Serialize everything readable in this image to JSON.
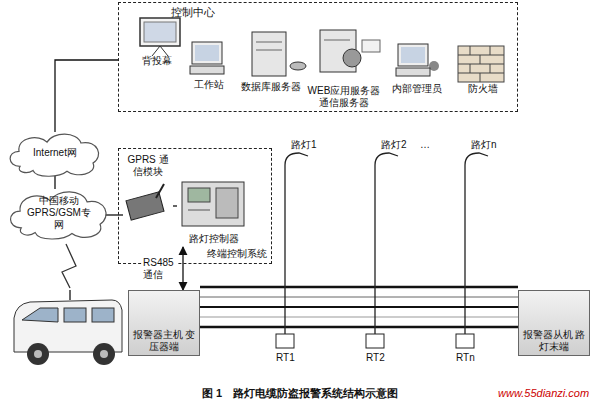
{
  "diagram": {
    "caption": "图 1　路灯电缆防盗报警系统结构示意图",
    "nodes": [
      {
        "text": [
          "控制中心"
        ]
      },
      {
        "text": [
          "背投幕"
        ],
        "in": 0
      },
      {
        "text": [
          "工作站"
        ],
        "in": 0
      },
      {
        "text": [
          "数据库服务器"
        ],
        "in": 0
      },
      {
        "text": [
          "WEB应用服务器 通信服务器"
        ],
        "in": 0
      },
      {
        "text": [
          "内部管理员"
        ],
        "in": 0
      },
      {
        "text": [
          "防火墙"
        ],
        "in": 0
      },
      {
        "text": [
          "Internet网"
        ]
      },
      {
        "text": [
          "中国移动 GPRS/GSM专网"
        ]
      },
      {
        "text": [
          "终端控制系统"
        ]
      },
      {
        "text": [
          "GPRS 通信模块"
        ],
        "in": 9
      },
      {
        "text": [
          "路灯控制器"
        ],
        "in": 9
      },
      {
        "text": [
          "报警器主机 变压器端"
        ]
      },
      {
        "text": [
          "报警器从机 路灯末端"
        ]
      }
    ],
    "edges": [
      {
        "from": 7,
        "to": 0,
        "arrow": "none"
      },
      {
        "from": 7,
        "to": 8,
        "arrow": "none"
      },
      {
        "from": 8,
        "to": 10,
        "arrow": "none"
      },
      {
        "from": 10,
        "to": 11,
        "arrow": "none"
      },
      {
        "from": 12,
        "to": 11,
        "label": "RS485 通信",
        "arrow": "both"
      },
      {
        "from": 12,
        "to": 13,
        "arrow": "none"
      }
    ],
    "labels": [
      "路灯1",
      "路灯2",
      "…",
      "路灯n",
      "RT1",
      "RT2",
      "RTn",
      "www.55dianzi.com"
    ]
  }
}
